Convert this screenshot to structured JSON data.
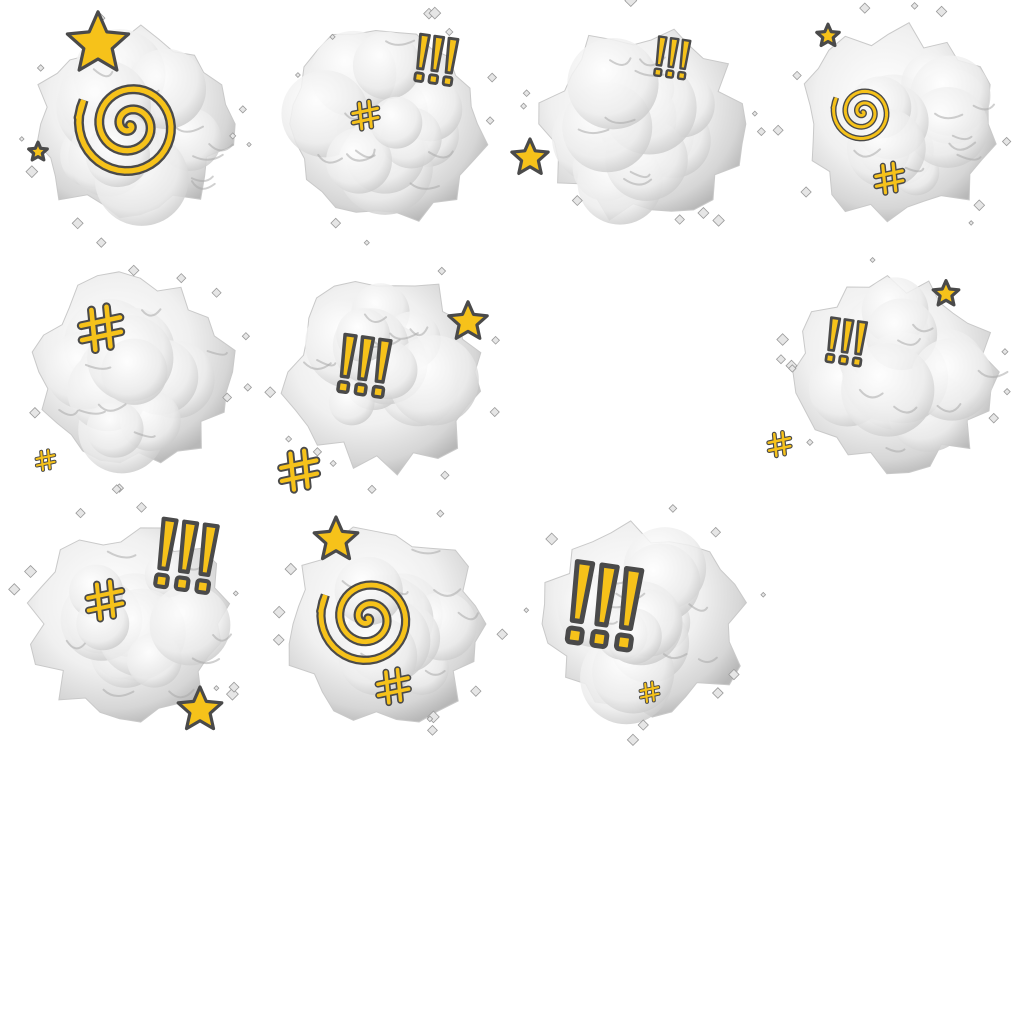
{
  "sprite_sheet": {
    "description_name": "dust-cloud-fight",
    "colors": {
      "symbol_fill": "#f6c21a",
      "symbol_outline": "#4a4a4a",
      "cloud_light": "#fafafa",
      "cloud_shadow": "#bdbdbd",
      "background": "#ffffff"
    },
    "frames": [
      {
        "id": 1,
        "symbols": [
          "star-icon",
          "spiral-icon",
          "small-star-icon"
        ]
      },
      {
        "id": 2,
        "symbols": [
          "exclamation-icon",
          "hash-icon"
        ]
      },
      {
        "id": 3,
        "symbols": [
          "exclamation-icon",
          "star-icon"
        ]
      },
      {
        "id": 4,
        "symbols": [
          "small-star-icon",
          "spiral-icon",
          "hash-icon"
        ]
      },
      {
        "id": 5,
        "symbols": [
          "hash-icon",
          "small-hash-icon"
        ]
      },
      {
        "id": 6,
        "symbols": [
          "exclamation-icon",
          "star-icon",
          "hash-icon"
        ]
      },
      {
        "id": 7,
        "symbols": [
          "exclamation-icon",
          "star-icon",
          "hash-icon"
        ]
      },
      {
        "id": 8,
        "symbols": [
          "exclamation-icon",
          "hash-icon",
          "star-icon"
        ]
      },
      {
        "id": 9,
        "symbols": [
          "star-icon",
          "spiral-icon",
          "hash-icon"
        ]
      },
      {
        "id": 10,
        "symbols": [
          "exclamation-icon",
          "small-hash-icon"
        ]
      }
    ]
  }
}
